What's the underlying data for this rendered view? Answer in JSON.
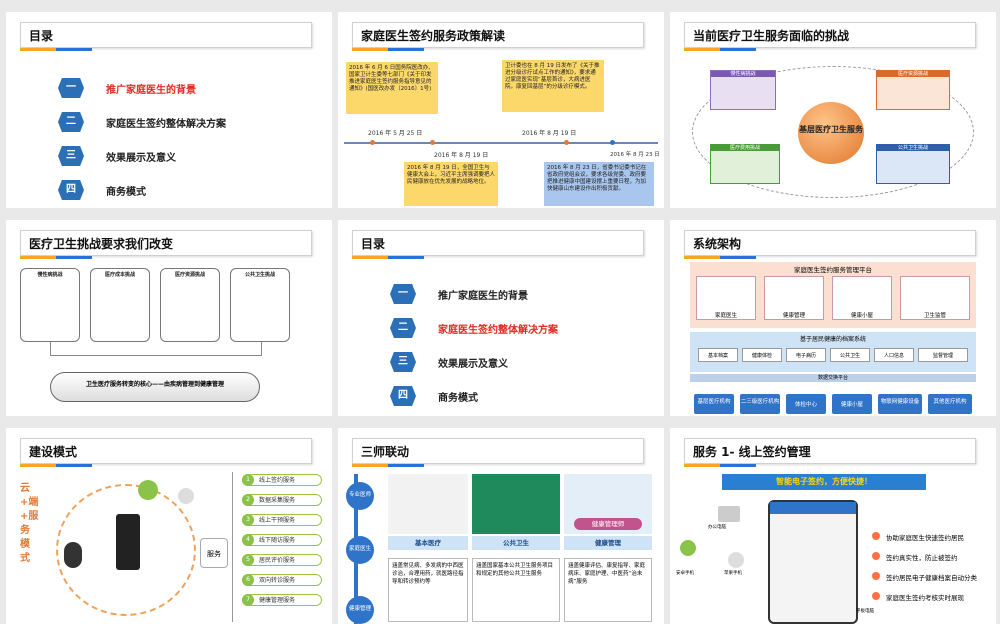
{
  "slides": [
    {
      "title": "目录",
      "items": [
        {
          "num": "一",
          "label": "推广家庭医生的背景"
        },
        {
          "num": "二",
          "label": "家庭医生签约整体解决方案"
        },
        {
          "num": "三",
          "label": "效果展示及意义"
        },
        {
          "num": "四",
          "label": "商务模式"
        }
      ]
    },
    {
      "title": "家庭医生签约服务政策解读",
      "notes": [
        "2016 年 6 月 6 日国务院医改办、国家卫计生委等七部门《关于印发推进家庭医生签约服务指导意见的通知》(国医改办发〔2016〕1号)",
        "卫计委也在 8 月 19 日发布了《关于推进分级诊疗试点工作的通知》，要求通过家庭医实现“基层首诊，大病进医院，康复回基层”的分级诊疗模式。",
        "2016 年 8 月 19 日，全国卫生与健康大会上，习近平主席强调要把人民健康放在优先发展的战略地位。",
        "2016 年 8 月 23 日，省委书记委书记在省政府党组会议，要求各级党委、政府要把推进健康中国建设摆上重要日程，为加快健康山东建设作出积极贡献。"
      ],
      "dates": [
        "2016 年 5 月 25 日",
        "2016 年 8 月 19 日",
        "2016 年 8 月 19 日",
        "2016 年 8 月 23 日"
      ]
    },
    {
      "title": "当前医疗卫生服务面临的挑战",
      "center": "基层医疗卫生服务",
      "boxes": [
        "慢性病挑战",
        "医疗资源挑战",
        "医疗费用挑战",
        "公共卫生挑战"
      ]
    },
    {
      "title": "医疗卫生挑战要求我们改变",
      "cards": [
        "慢性病挑战",
        "医疗成本挑战",
        "医疗资源挑战",
        "公共卫生挑战"
      ],
      "bottom": "卫生医疗服务转变的核心——由疾病管理到健康管理"
    },
    {
      "title": "目录",
      "items": [
        {
          "num": "一",
          "label": "推广家庭医生的背景"
        },
        {
          "num": "二",
          "label": "家庭医生签约整体解决方案"
        },
        {
          "num": "三",
          "label": "效果展示及意义"
        },
        {
          "num": "四",
          "label": "商务模式"
        }
      ]
    },
    {
      "title": "系统架构",
      "platform": "家庭医生签约服务管理平台",
      "modules": [
        "家庭医生",
        "健康管理",
        "健康小屋",
        "卫生监管"
      ],
      "archive": "基于居民健康的档案系统",
      "archive_items": [
        "基本档案",
        "健康体检",
        "电子病历",
        "公共卫生",
        "人口信息",
        "监督管理"
      ],
      "bus": "数据交换平台",
      "orgs": [
        "基层医疗机构",
        "二三级医疗机构",
        "体检中心",
        "健康小屋",
        "物联网健康设备",
        "其他医疗机构"
      ]
    },
    {
      "title": "建设模式",
      "side": "云+端+服务模式",
      "hub": "服务",
      "steps": [
        "线上签约服务",
        "数据采集服务",
        "线上干预服务",
        "线下随访服务",
        "居民评价服务",
        "双向转诊服务",
        "健康管理服务"
      ]
    },
    {
      "title": "三师联动",
      "roles": [
        "专业医师",
        "家庭医生",
        "健康管理"
      ],
      "cols": [
        "基本医疗",
        "公共卫生",
        "健康管理"
      ],
      "descs": [
        "涵盖常见病、多发病的中西医诊治，合理用药，就医路径指导和转诊预约等",
        "涵盖国家基本公共卫生服务项目和规定的其他公共卫生服务",
        "涵盖健康评估、康复指导、家庭病床、家庭护理、中医药“治未病”服务"
      ],
      "poster": "健康管理师"
    },
    {
      "title": "服务 1- 线上签约管理",
      "banner": "智能电子签约，方便快捷！",
      "bullets": [
        "协助家庭医生快速签约居民",
        "签约真实性，防止被签约",
        "签约居民电子健康档案自动分类",
        "家庭医生签约考核实时展现"
      ],
      "devices": [
        "办公电脑",
        "安卓手机",
        "苹果手机",
        "平板电脑"
      ]
    }
  ],
  "colors": {
    "accent_orange": "#f5a623",
    "accent_blue": "#2e6fd6",
    "toc_active": "#e02b20"
  }
}
